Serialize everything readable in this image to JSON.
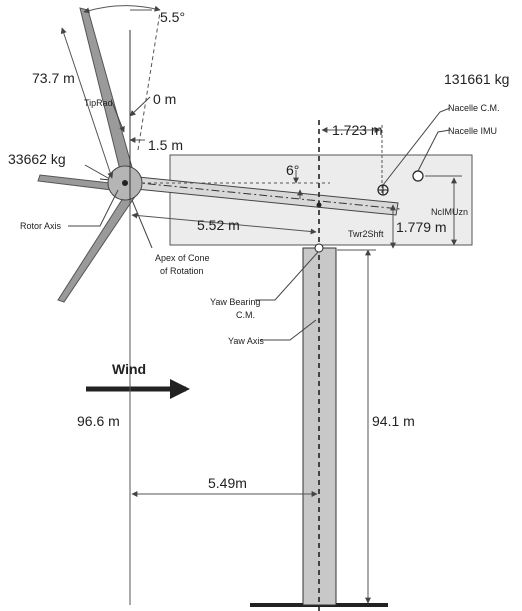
{
  "labels": {
    "cone_angle": "5.5°",
    "tip_radius": "73.7 m",
    "tip_rad": "TipRad",
    "zero_m": "0 m",
    "overhang_small": "1.5 m",
    "rotor_mass": "33662 kg",
    "nacelle_mass": "131661 kg",
    "nacelle_cm": "Nacelle C.M.",
    "nacelle_imu": "Nacelle IMU",
    "nacelle_offset": "1.723 m",
    "tilt": "6°",
    "shaft_length": "5.52 m",
    "nacelle_imu_zn": "NcIMUzn",
    "twr2shft": "Twr2Shft",
    "twr2shft_value": "1.779 m",
    "rotor_axis": "Rotor Axis",
    "apex_line1": "Apex of Cone",
    "apex_line2": "of Rotation",
    "yaw_bearing_line1": "Yaw Bearing",
    "yaw_bearing_line2": "C.M.",
    "yaw_axis": "Yaw Axis",
    "wind": "Wind",
    "hub_height": "96.6 m",
    "tower_height": "94.1 m",
    "overhang": "5.49m"
  },
  "colors": {
    "tower": "#c8c8c8",
    "nacelle": "#ececec",
    "blade": "#9a9a9a",
    "hub": "#b5b5b5",
    "line": "#222222"
  }
}
